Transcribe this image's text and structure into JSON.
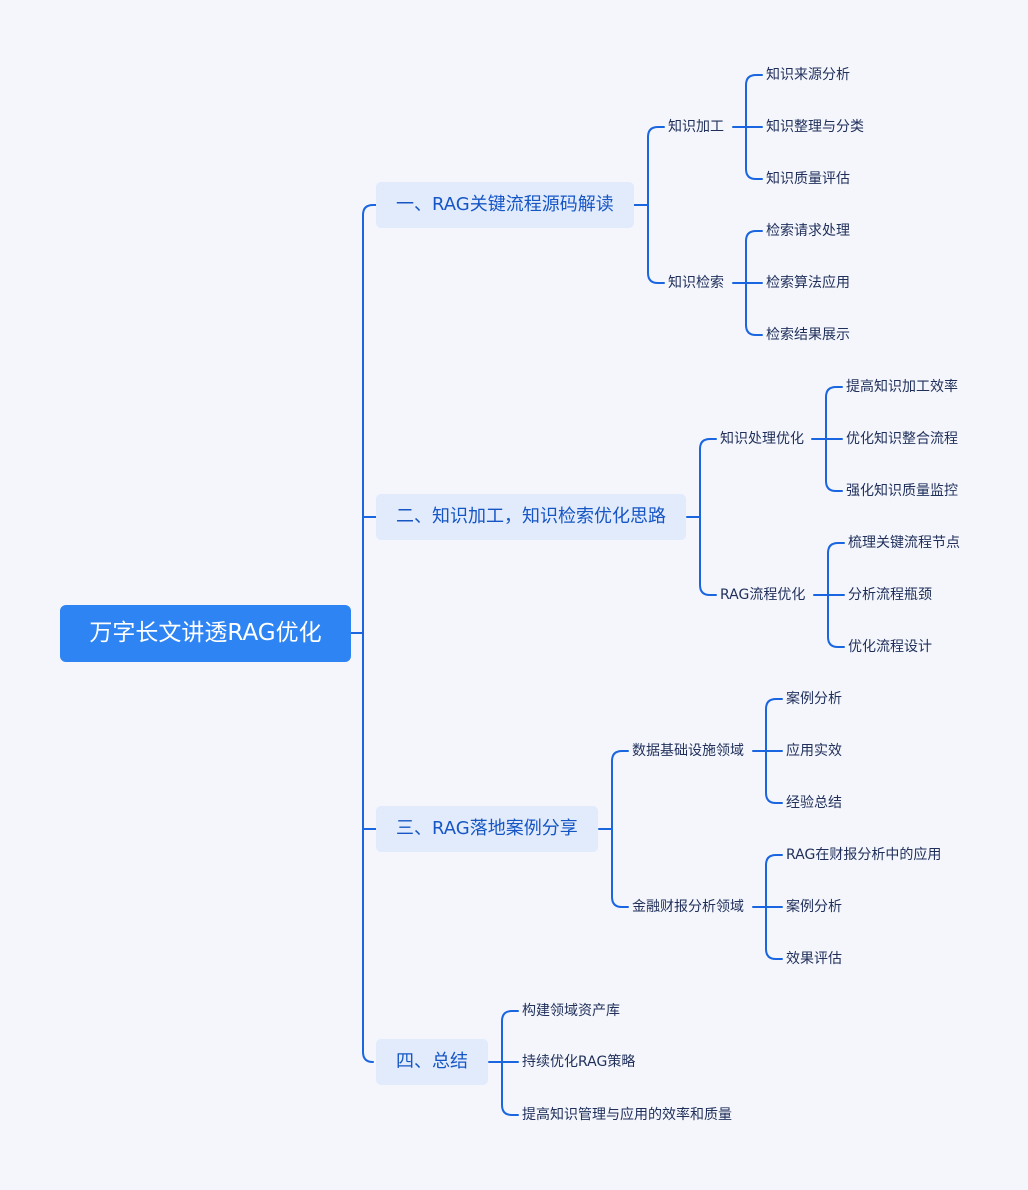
{
  "root": "万字长文讲透RAG优化",
  "branches": [
    {
      "label": "一、RAG关键流程源码解读",
      "children": [
        {
          "label": "知识加工",
          "children": [
            "知识来源分析",
            "知识整理与分类",
            "知识质量评估"
          ]
        },
        {
          "label": "知识检索",
          "children": [
            "检索请求处理",
            "检索算法应用",
            "检索结果展示"
          ]
        }
      ]
    },
    {
      "label": "二、知识加工，知识检索优化思路",
      "children": [
        {
          "label": "知识处理优化",
          "children": [
            "提高知识加工效率",
            "优化知识整合流程",
            "强化知识质量监控"
          ]
        },
        {
          "label": "RAG流程优化",
          "children": [
            "梳理关键流程节点",
            "分析流程瓶颈",
            "优化流程设计"
          ]
        }
      ]
    },
    {
      "label": "三、RAG落地案例分享",
      "children": [
        {
          "label": "数据基础设施领域",
          "children": [
            "案例分析",
            "应用实效",
            "经验总结"
          ]
        },
        {
          "label": "金融财报分析领域",
          "children": [
            "RAG在财报分析中的应用",
            "案例分析",
            "效果评估"
          ]
        }
      ]
    },
    {
      "label": "四、总结",
      "children": [
        "构建领域资产库",
        "持续优化RAG策略",
        "提高知识管理与应用的效率和质量"
      ]
    }
  ],
  "colors": {
    "accent": "#2d84f2",
    "line": "#1a66e0",
    "branch_bg": "#e1ebfc",
    "branch_text": "#1656c4",
    "background": "#f4f6fc"
  }
}
